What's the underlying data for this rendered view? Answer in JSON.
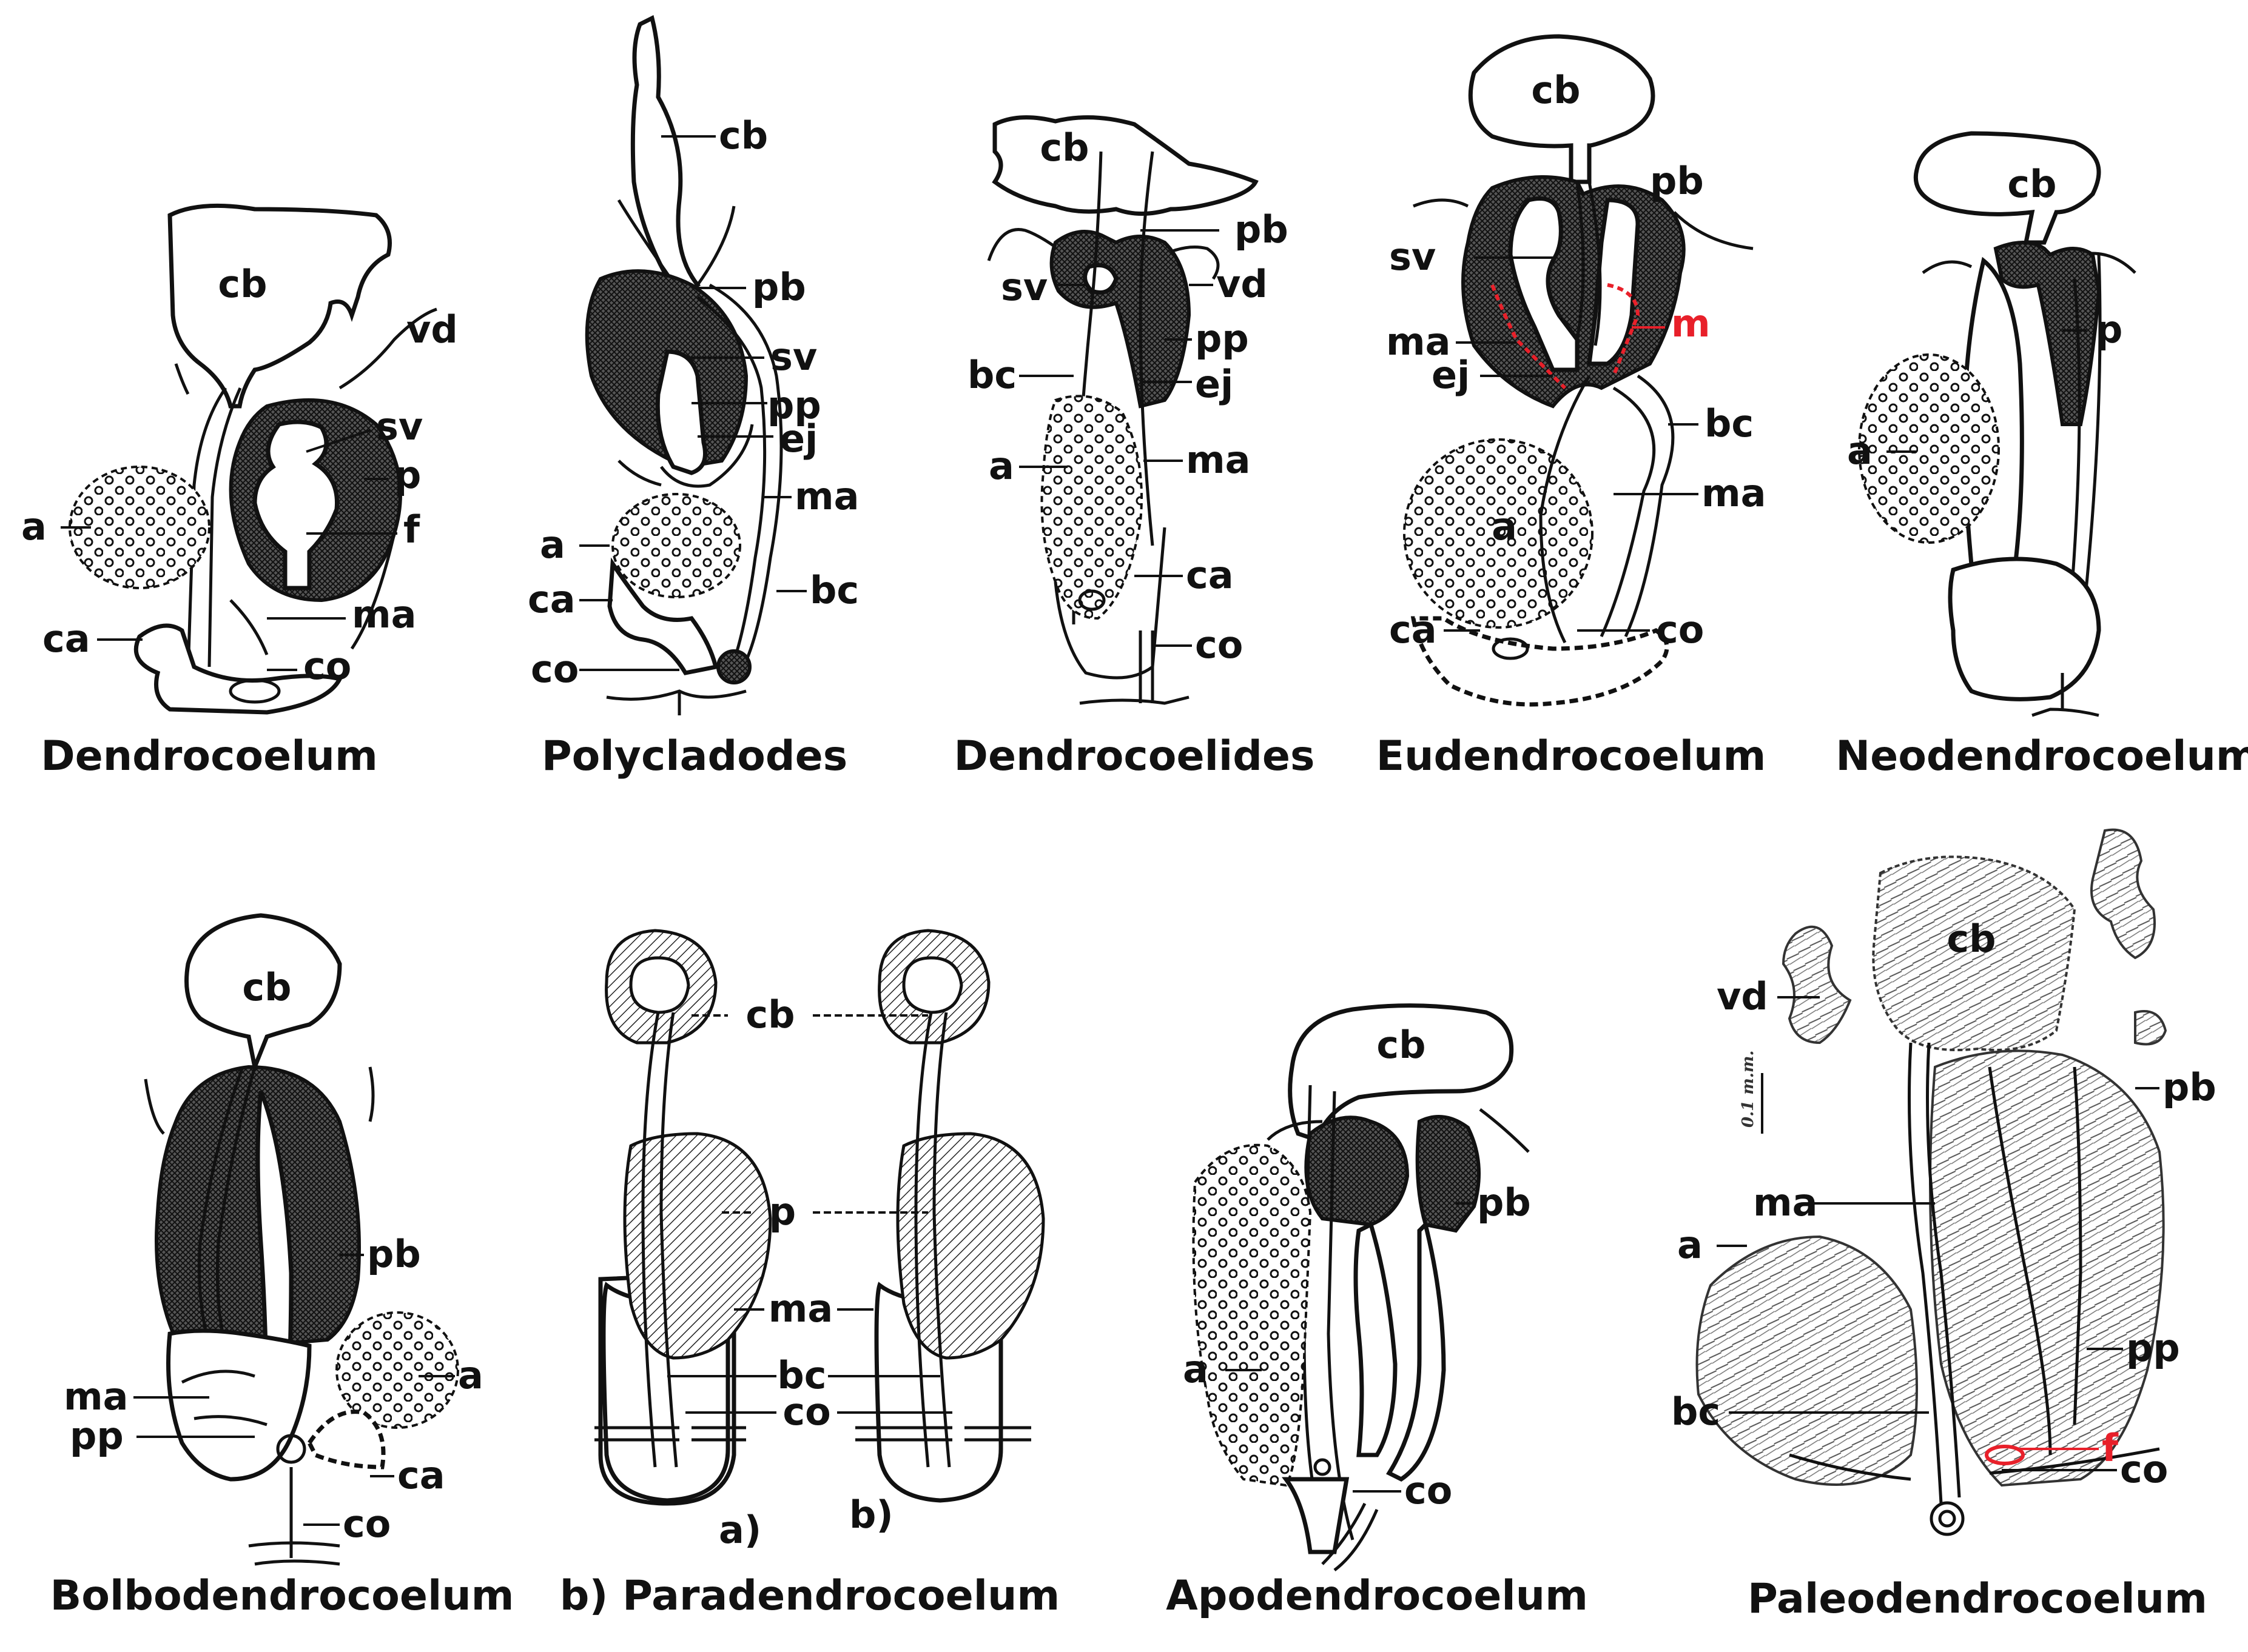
{
  "colors": {
    "ink": "#111111",
    "highlight": "#e8202a",
    "background": "#ffffff"
  },
  "panels": [
    {
      "title": "Dendrocoelum",
      "labels": [
        "cb",
        "vd",
        "sv",
        "p",
        "a",
        "f",
        "ma",
        "ca",
        "co"
      ]
    },
    {
      "title": "Polycladodes",
      "labels": [
        "cb",
        "pb",
        "sv",
        "pp",
        "ej",
        "ma",
        "a",
        "ca",
        "bc",
        "co"
      ]
    },
    {
      "title": "Dendrocoelides",
      "labels": [
        "cb",
        "pb",
        "sv",
        "vd",
        "pp",
        "bc",
        "ej",
        "a",
        "ma",
        "ca",
        "co"
      ]
    },
    {
      "title": "Eudendrocoelum",
      "labels": [
        "cb",
        "pb",
        "sv",
        "m",
        "ma",
        "ej",
        "bc",
        "ma",
        "a",
        "ca",
        "co"
      ],
      "highlight_labels": [
        "m"
      ]
    },
    {
      "title": "Neodendrocoelum",
      "labels": [
        "cb",
        "p",
        "a"
      ]
    },
    {
      "title": "Bolbodendrocoelum",
      "labels": [
        "cb",
        "pb",
        "a",
        "ma",
        "pp",
        "ca",
        "co"
      ]
    },
    {
      "title": "b) Paradendrocoelum",
      "labels": [
        "cb",
        "p",
        "ma",
        "bc",
        "co",
        "a)",
        "b)"
      ]
    },
    {
      "title": "Apodendrocoelum",
      "labels": [
        "cb",
        "pb",
        "a",
        "co"
      ]
    },
    {
      "title": "Paleodendrocoelum",
      "labels": [
        "cb",
        "vd",
        "pb",
        "ma",
        "a",
        "pp",
        "bc",
        "f",
        "co"
      ],
      "highlight_labels": [
        "f"
      ],
      "scale_text": "0.1 m.m."
    }
  ]
}
